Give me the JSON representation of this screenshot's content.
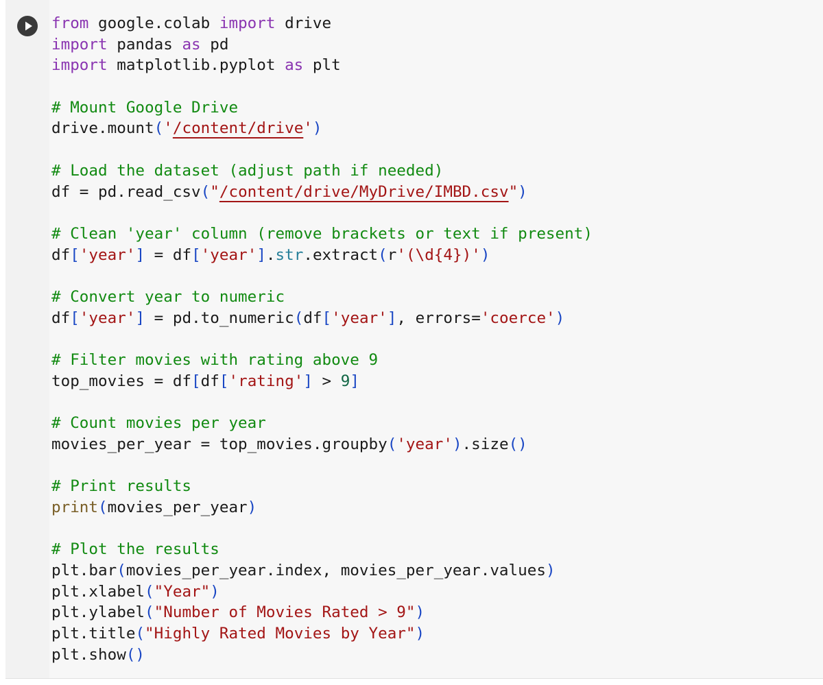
{
  "cell": {
    "run_icon": "play-icon",
    "colors": {
      "keyword": "#8a35b1",
      "string": "#a31515",
      "comment": "#118a11",
      "bracket": "#1a47c4",
      "number": "#116644",
      "builtin_function": "#795e26"
    },
    "lines": [
      [
        {
          "t": "from",
          "c": "kw"
        },
        {
          "t": " google.colab "
        },
        {
          "t": "import",
          "c": "kw"
        },
        {
          "t": " drive"
        }
      ],
      [
        {
          "t": "import",
          "c": "kw"
        },
        {
          "t": " pandas "
        },
        {
          "t": "as",
          "c": "kw"
        },
        {
          "t": " pd"
        }
      ],
      [
        {
          "t": "import",
          "c": "kw"
        },
        {
          "t": " matplotlib.pyplot "
        },
        {
          "t": "as",
          "c": "kw"
        },
        {
          "t": " plt"
        }
      ],
      [],
      [
        {
          "t": "# Mount Google Drive",
          "c": "cm"
        }
      ],
      [
        {
          "t": "drive.mount"
        },
        {
          "t": "(",
          "c": "br"
        },
        {
          "t": "'",
          "c": "str"
        },
        {
          "t": "/content/drive",
          "c": "str sq"
        },
        {
          "t": "'",
          "c": "str"
        },
        {
          "t": ")",
          "c": "br"
        }
      ],
      [],
      [
        {
          "t": "# Load the dataset (adjust path if needed)",
          "c": "cm"
        }
      ],
      [
        {
          "t": "df = pd.read_csv"
        },
        {
          "t": "(",
          "c": "br"
        },
        {
          "t": "\"",
          "c": "str"
        },
        {
          "t": "/content/drive/MyDrive/IMBD.csv",
          "c": "str sq"
        },
        {
          "t": "\"",
          "c": "str"
        },
        {
          "t": ")",
          "c": "br"
        }
      ],
      [],
      [
        {
          "t": "# Clean 'year' column (remove brackets or text if present)",
          "c": "cm"
        }
      ],
      [
        {
          "t": "df"
        },
        {
          "t": "[",
          "c": "br"
        },
        {
          "t": "'year'",
          "c": "str"
        },
        {
          "t": "]",
          "c": "br"
        },
        {
          "t": " = df"
        },
        {
          "t": "[",
          "c": "br"
        },
        {
          "t": "'year'",
          "c": "str"
        },
        {
          "t": "]",
          "c": "br"
        },
        {
          "t": "."
        },
        {
          "t": "str",
          "c": "bi"
        },
        {
          "t": ".extract"
        },
        {
          "t": "(",
          "c": "br"
        },
        {
          "t": "r"
        },
        {
          "t": "'(\\d{4})'",
          "c": "str"
        },
        {
          "t": ")",
          "c": "br"
        }
      ],
      [],
      [
        {
          "t": "# Convert year to numeric",
          "c": "cm"
        }
      ],
      [
        {
          "t": "df"
        },
        {
          "t": "[",
          "c": "br"
        },
        {
          "t": "'year'",
          "c": "str"
        },
        {
          "t": "]",
          "c": "br"
        },
        {
          "t": " = pd.to_numeric"
        },
        {
          "t": "(",
          "c": "br"
        },
        {
          "t": "df"
        },
        {
          "t": "[",
          "c": "br"
        },
        {
          "t": "'year'",
          "c": "str"
        },
        {
          "t": "]",
          "c": "br"
        },
        {
          "t": ", errors="
        },
        {
          "t": "'coerce'",
          "c": "str"
        },
        {
          "t": ")",
          "c": "br"
        }
      ],
      [],
      [
        {
          "t": "# Filter movies with rating above 9",
          "c": "cm"
        }
      ],
      [
        {
          "t": "top_movies = df"
        },
        {
          "t": "[",
          "c": "br"
        },
        {
          "t": "df"
        },
        {
          "t": "[",
          "c": "br"
        },
        {
          "t": "'rating'",
          "c": "str"
        },
        {
          "t": "]",
          "c": "br"
        },
        {
          "t": " > "
        },
        {
          "t": "9",
          "c": "num"
        },
        {
          "t": "]",
          "c": "br"
        }
      ],
      [],
      [
        {
          "t": "# Count movies per year",
          "c": "cm"
        }
      ],
      [
        {
          "t": "movies_per_year = top_movies.groupby"
        },
        {
          "t": "(",
          "c": "br"
        },
        {
          "t": "'year'",
          "c": "str"
        },
        {
          "t": ")",
          "c": "br"
        },
        {
          "t": ".size"
        },
        {
          "t": "()",
          "c": "br"
        }
      ],
      [],
      [
        {
          "t": "# Print results",
          "c": "cm"
        }
      ],
      [
        {
          "t": "print",
          "c": "fn"
        },
        {
          "t": "(",
          "c": "br"
        },
        {
          "t": "movies_per_year"
        },
        {
          "t": ")",
          "c": "br"
        }
      ],
      [],
      [
        {
          "t": "# Plot the results",
          "c": "cm"
        }
      ],
      [
        {
          "t": "plt.bar"
        },
        {
          "t": "(",
          "c": "br"
        },
        {
          "t": "movies_per_year.index, movies_per_year.values"
        },
        {
          "t": ")",
          "c": "br"
        }
      ],
      [
        {
          "t": "plt.xlabel"
        },
        {
          "t": "(",
          "c": "br"
        },
        {
          "t": "\"Year\"",
          "c": "str"
        },
        {
          "t": ")",
          "c": "br"
        }
      ],
      [
        {
          "t": "plt.ylabel"
        },
        {
          "t": "(",
          "c": "br"
        },
        {
          "t": "\"Number of Movies Rated > 9\"",
          "c": "str"
        },
        {
          "t": ")",
          "c": "br"
        }
      ],
      [
        {
          "t": "plt.title"
        },
        {
          "t": "(",
          "c": "br"
        },
        {
          "t": "\"Highly Rated Movies by Year\"",
          "c": "str"
        },
        {
          "t": ")",
          "c": "br"
        }
      ],
      [
        {
          "t": "plt.show"
        },
        {
          "t": "()",
          "c": "br"
        }
      ]
    ]
  }
}
